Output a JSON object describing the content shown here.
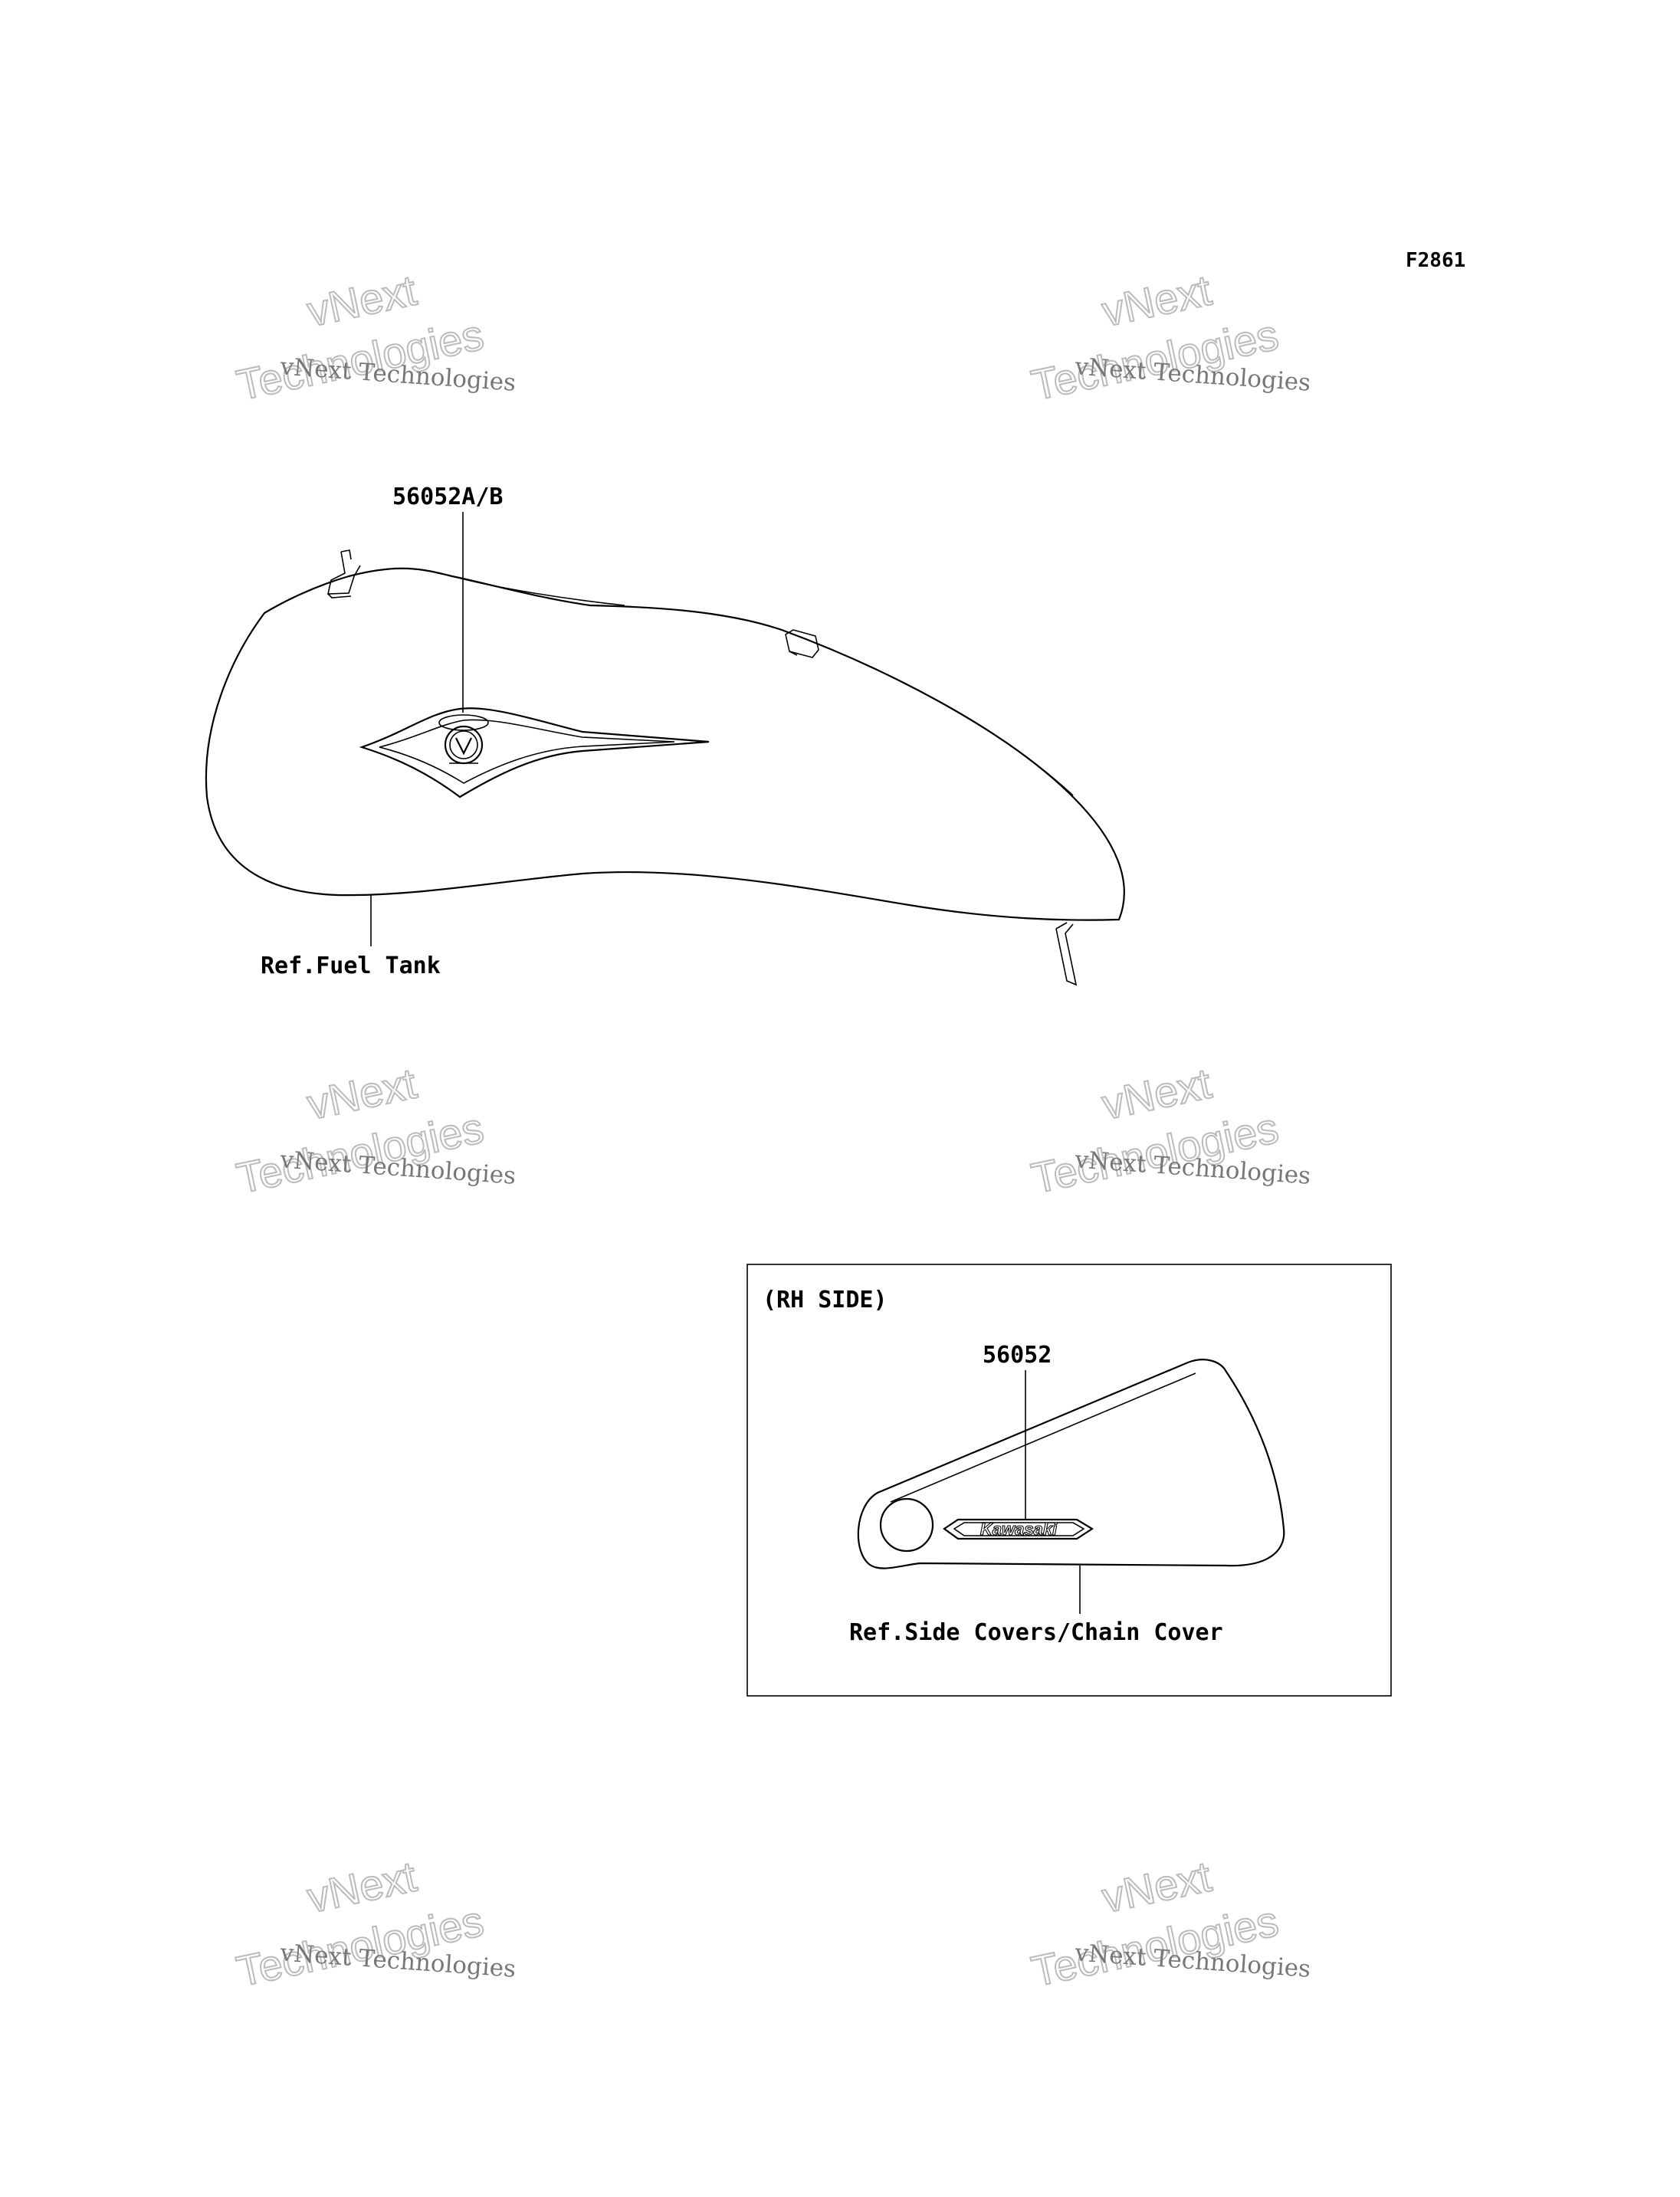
{
  "figure_code": "F2861",
  "main": {
    "part_label": "56052A/B",
    "ref_label": "Ref.Fuel Tank"
  },
  "inset": {
    "title": "(RH SIDE)",
    "part_label": "56052",
    "ref_label": "Ref.Side Covers/Chain Cover",
    "decal_text": "Kawasaki"
  },
  "watermark": {
    "line1": "vNext",
    "line2": "vNext Technologies",
    "line3": "Technologies"
  }
}
